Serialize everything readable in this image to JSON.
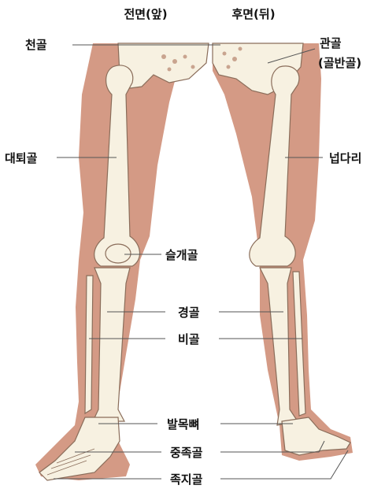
{
  "diagram": {
    "header": {
      "front": "전면(앞)",
      "back": "후면(뒤)"
    },
    "labels": {
      "sacrum": "천골",
      "hip_line1": "관골",
      "hip_line2": "(골반골)",
      "femur": "대퇴골",
      "thigh": "넙다리",
      "patella": "슬개골",
      "tibia": "경골",
      "fibula": "비골",
      "tarsals": "발목뼈",
      "metatarsals": "중족골",
      "phalanges": "족지골"
    },
    "colors": {
      "skin": "#d49a85",
      "bone": "#f7f1e1",
      "bone_outline": "#8a6d5a",
      "leader": "#555555"
    }
  }
}
